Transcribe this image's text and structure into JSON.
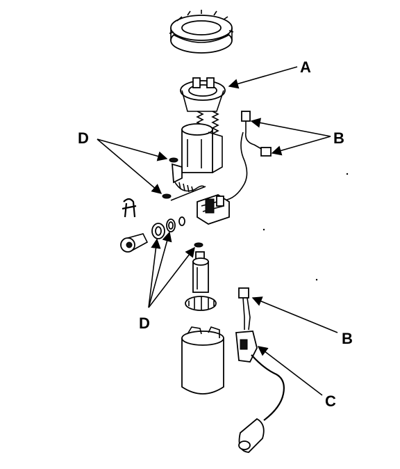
{
  "labels": {
    "a": "A",
    "b_top": "B",
    "b_bottom": "B",
    "c": "C",
    "d_top": "D",
    "d_bottom": "D"
  }
}
